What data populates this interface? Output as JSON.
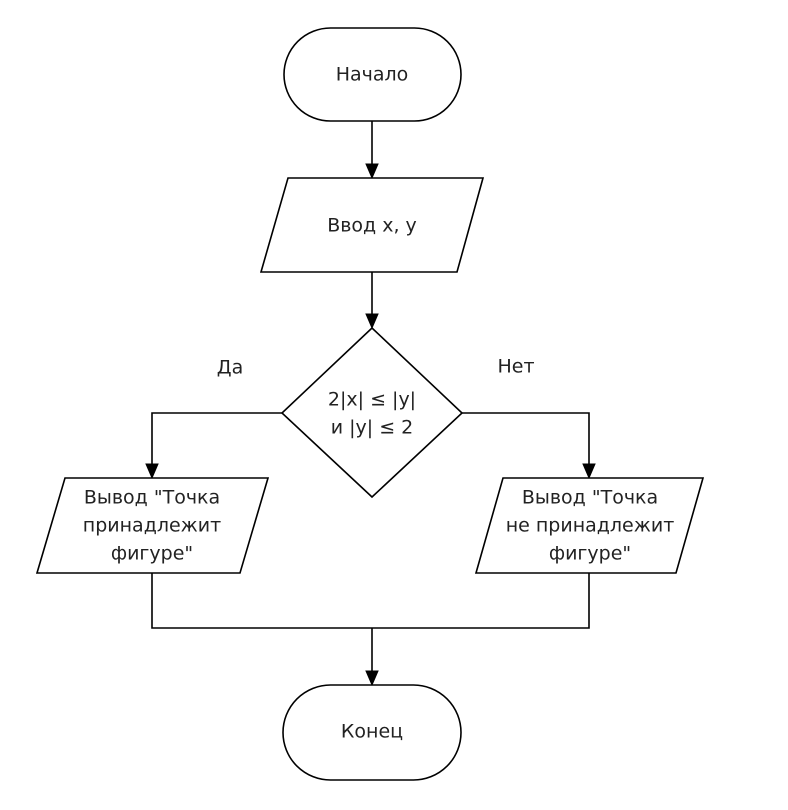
{
  "nodes": {
    "start": {
      "label": "Начало"
    },
    "input": {
      "label": "Ввод x, y"
    },
    "decision": {
      "line1": "2|x| ≤ |y|",
      "line2": "и |y| ≤ 2"
    },
    "output_yes": {
      "line1": "Вывод \"Точка",
      "line2": "принадлежит",
      "line3": "фигуре\""
    },
    "output_no": {
      "line1": "Вывод \"Точка",
      "line2": "не принадлежит",
      "line3": "фигуре\""
    },
    "end": {
      "label": "Конец"
    }
  },
  "branches": {
    "yes": "Да",
    "no": "Нет"
  },
  "colors": {
    "stroke": "#000000",
    "fill": "#ffffff",
    "text": "#222222"
  }
}
